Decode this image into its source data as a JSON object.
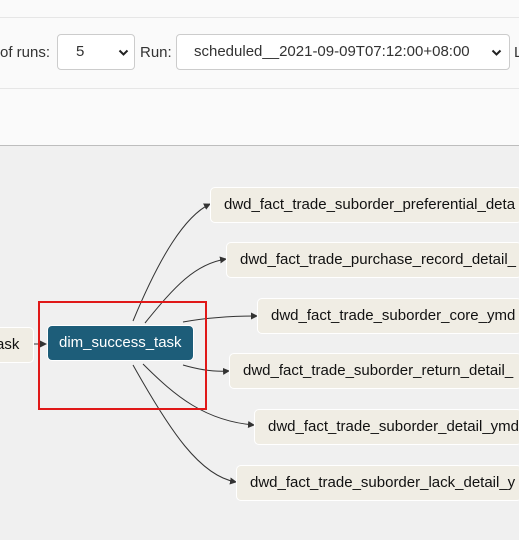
{
  "toolbar": {
    "runs_label": "of runs:",
    "runs_value": "5",
    "run_label": "Run:",
    "run_value": "scheduled__2021-09-09T07:12:00+08:00",
    "cut_label": "L"
  },
  "graph": {
    "upstream_node": "ask",
    "selected_node": "dim_success_task",
    "downstream_nodes": [
      "dwd_fact_trade_suborder_preferential_deta",
      "dwd_fact_trade_purchase_record_detail_",
      "dwd_fact_trade_suborder_core_ymd",
      "dwd_fact_trade_suborder_return_detail_",
      "dwd_fact_trade_suborder_detail_ymd",
      "dwd_fact_trade_suborder_lack_detail_y"
    ]
  },
  "colors": {
    "selected_node": "#1d5d79",
    "node": "#f0ede4",
    "highlight_box": "#e01818",
    "canvas": "#f0f0f0"
  },
  "icons": {
    "select_arrow": "chevron-down-icon"
  }
}
